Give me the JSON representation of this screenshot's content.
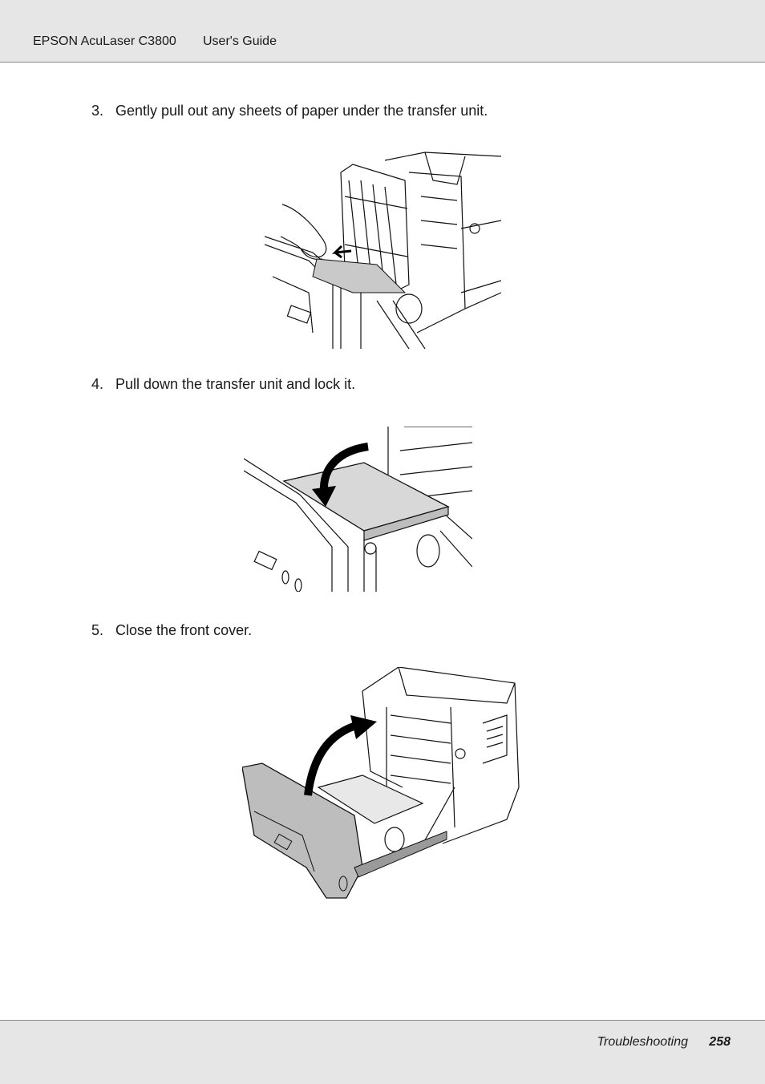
{
  "header": {
    "product": "EPSON AcuLaser C3800",
    "guide": "User's Guide"
  },
  "steps": [
    {
      "number": "3.",
      "text": "Gently pull out any sheets of paper under the transfer unit."
    },
    {
      "number": "4.",
      "text": "Pull down the transfer unit and lock it."
    },
    {
      "number": "5.",
      "text": "Close the front cover."
    }
  ],
  "footer": {
    "section": "Troubleshooting",
    "page": "258"
  }
}
